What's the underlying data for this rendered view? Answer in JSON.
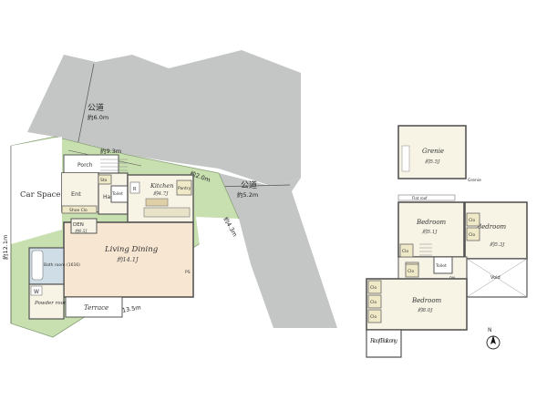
{
  "roads": {
    "upper_name": "公道",
    "upper_width": "約6.0m",
    "right_name": "公道",
    "right_width": "約5.2m"
  },
  "dimensions": {
    "frontage_top": "約9.3m",
    "frontage_corner": "約2.0m",
    "right_side": "約4.3m",
    "left_side": "約12.1m",
    "bottom_side": "約13.5m"
  },
  "first_floor": {
    "car_space": "Car Space",
    "porch": "Porch",
    "entrance": "Ent",
    "hall": "Hall",
    "shoe_closet": "Shoe Clo",
    "storage": "Sto",
    "toilet": "Toilet",
    "refrigerator": "R",
    "kitchen": {
      "name": "Kitchen",
      "size": "約4.7J"
    },
    "pantry": "Pantry",
    "den": {
      "name": "DEN",
      "size": "約0.5J"
    },
    "living": {
      "name": "Living Dining",
      "size": "約14.1J"
    },
    "bath": "Bath room (1616)",
    "washer": "W",
    "powder": "Powder room",
    "terrace": "Terrace",
    "pillar": "PS"
  },
  "second_floor": {
    "grenie": {
      "name": "Grenie",
      "size": "約5.5J"
    },
    "hatch_label": "Grenie",
    "flat_roof": "Flat roof",
    "bedroom_a": {
      "name": "Bedroom",
      "size": "約5.1J"
    },
    "bedroom_b": {
      "name": "Bedroom",
      "size": "約5.3J"
    },
    "bedroom_c": {
      "name": "Bedroom",
      "size": "約8.0J"
    },
    "closet": "Clo",
    "toilet": "Toilet",
    "void": "Void",
    "stair_dn": "DN",
    "roof_balcony": "Roof Balcony"
  },
  "compass": {
    "north": "N"
  },
  "colors": {
    "road": "#c4c6c6",
    "garden": "#c8dfb0",
    "floor": "#f7f4e6",
    "living": "#f7e6d2",
    "closet": "#efe9c8",
    "bath": "#cfdde6"
  }
}
